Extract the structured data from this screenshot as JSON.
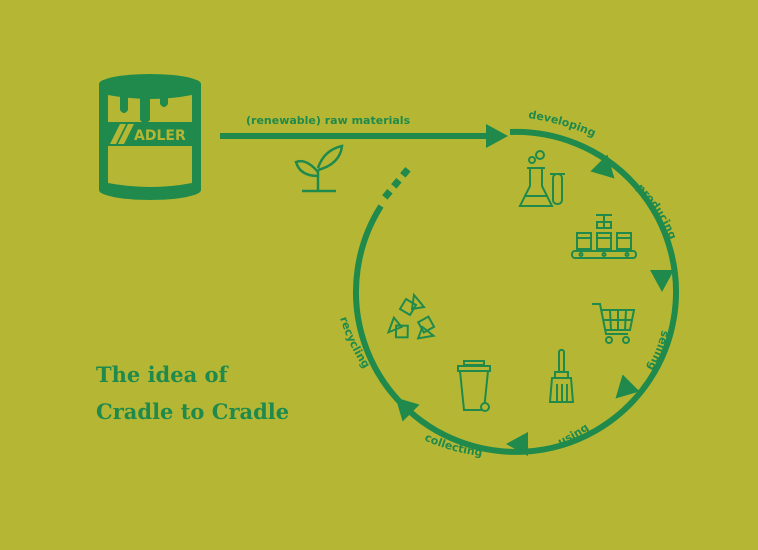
{
  "brand": {
    "logo_text": "ADLER"
  },
  "diagram": {
    "input_label": "(renewable) raw materials",
    "stages": {
      "developing": "developing",
      "producing": "producing",
      "selling": "selling",
      "using": "using",
      "collecting": "collecting",
      "recycling": "recycling"
    },
    "icons": [
      "plant-sprout-icon",
      "lab-flask-icon",
      "conveyor-factory-icon",
      "shopping-cart-icon",
      "paint-brush-icon",
      "waste-bin-icon",
      "recycle-arrows-icon",
      "paint-can-icon"
    ]
  },
  "title": {
    "line1": "The idea of",
    "line2": "Cradle to Cradle"
  },
  "colors": {
    "background": "#b5b734",
    "accent": "#1f8a4c"
  }
}
